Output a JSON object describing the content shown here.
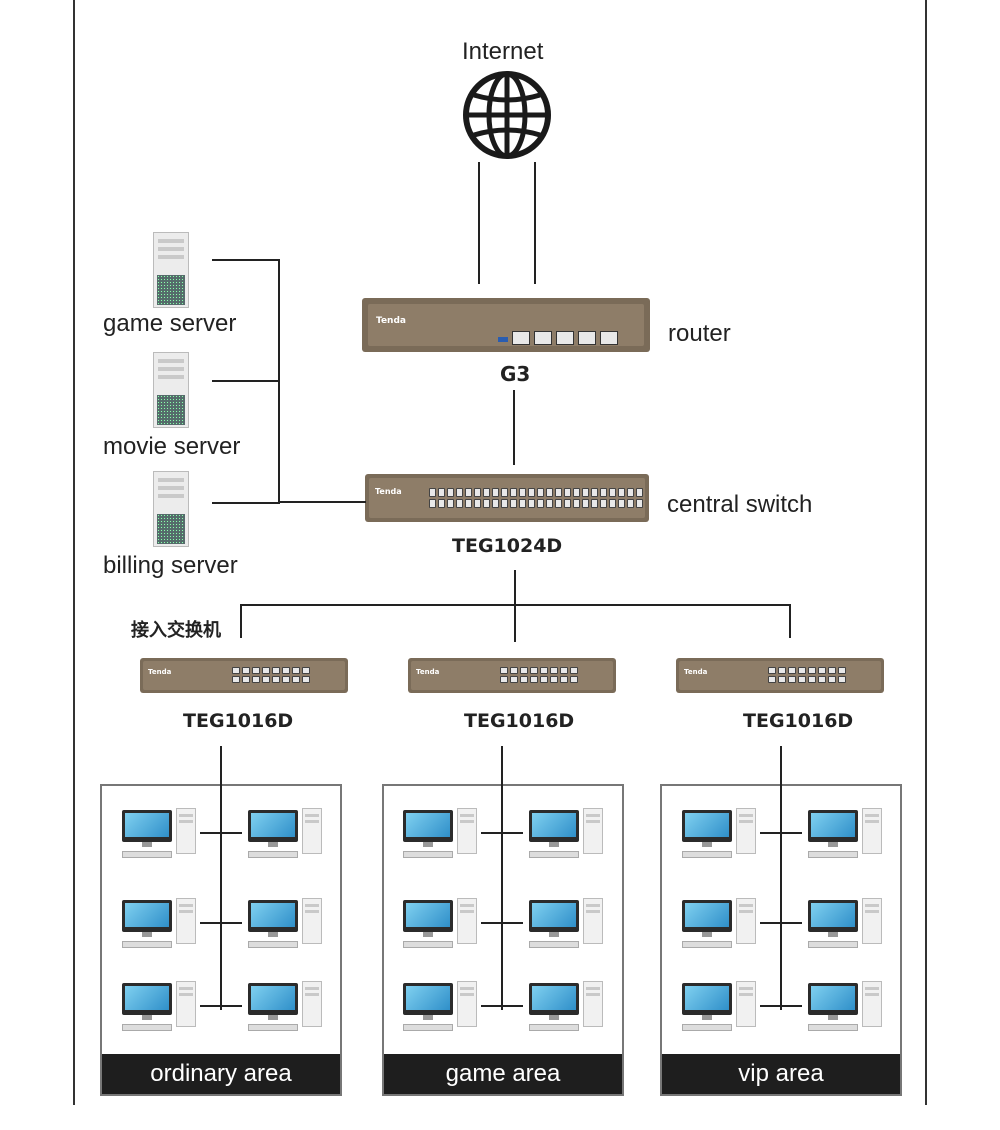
{
  "internet": {
    "label": "Internet"
  },
  "router": {
    "model": "G3",
    "role": "router",
    "brand": "Tenda"
  },
  "central_switch": {
    "model": "TEG1024D",
    "role": "central switch",
    "brand": "Tenda"
  },
  "servers": [
    {
      "label": "game server"
    },
    {
      "label": "movie server"
    },
    {
      "label": "billing server"
    }
  ],
  "access_switch_label": "接入交换机",
  "access_switches": [
    {
      "model": "TEG1016D"
    },
    {
      "model": "TEG1016D"
    },
    {
      "model": "TEG1016D"
    }
  ],
  "areas": [
    {
      "label": "ordinary area"
    },
    {
      "label": "game area"
    },
    {
      "label": "vip area"
    }
  ],
  "colors": {
    "device_body": "#7a6b58",
    "device_face": "#8e7d68",
    "area_bar": "#1e1e1e",
    "line": "#222222"
  }
}
